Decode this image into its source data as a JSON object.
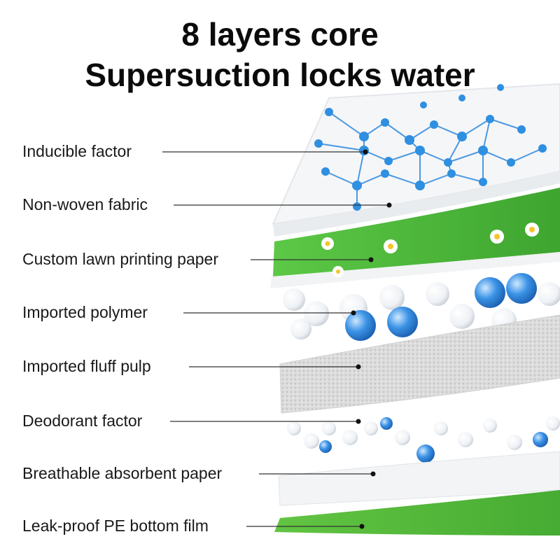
{
  "title": {
    "line1": "8 layers core",
    "line2": "Supersuction locks water"
  },
  "layers": [
    {
      "label": "Inducible factor"
    },
    {
      "label": "Non-woven fabric"
    },
    {
      "label": "Custom lawn printing paper"
    },
    {
      "label": "Imported polymer"
    },
    {
      "label": "Imported fluff pulp"
    },
    {
      "label": "Deodorant factor"
    },
    {
      "label": "Breathable absorbent paper"
    },
    {
      "label": "Leak-proof PE bottom film"
    }
  ],
  "colors": {
    "background": "#ffffff",
    "title_text": "#0b0b0b",
    "label_text": "#1a1a1a",
    "leader_line": "#333333",
    "molecule_blue": "#2f8fe0",
    "lawn_green": "#4cb83a",
    "bottom_film_green": "#56b93a",
    "fluff_gray": "#d9d9d9"
  }
}
